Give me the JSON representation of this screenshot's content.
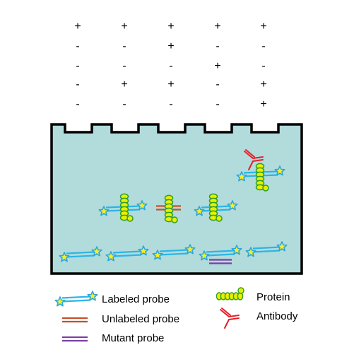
{
  "lane_matrix": {
    "rows": [
      [
        "+",
        "+",
        "+",
        "+",
        "+"
      ],
      [
        "-",
        "-",
        "+",
        "-",
        "-"
      ],
      [
        "-",
        "-",
        "-",
        "+",
        "-"
      ],
      [
        "-",
        "+",
        "+",
        "-",
        "+"
      ],
      [
        "-",
        "-",
        "-",
        "-",
        "+"
      ]
    ]
  },
  "legend": {
    "labeled_probe": "Labeled probe",
    "unlabeled_probe": "Unlabeled probe",
    "mutant_probe": "Mutant probe",
    "protein": "Protein",
    "antibody": "Antibody"
  },
  "colors": {
    "gel_fill": "#b2dbdc",
    "probe": "#2bb5e6",
    "unlabeled": "#c8502a",
    "mutant": "#7b3ea6",
    "protein_fill": "#e8f000",
    "protein_stroke": "#2f9e27",
    "antibody": "#e5202a",
    "star_fill": "#f5ee2a",
    "star_stroke": "#2aa7dd"
  }
}
